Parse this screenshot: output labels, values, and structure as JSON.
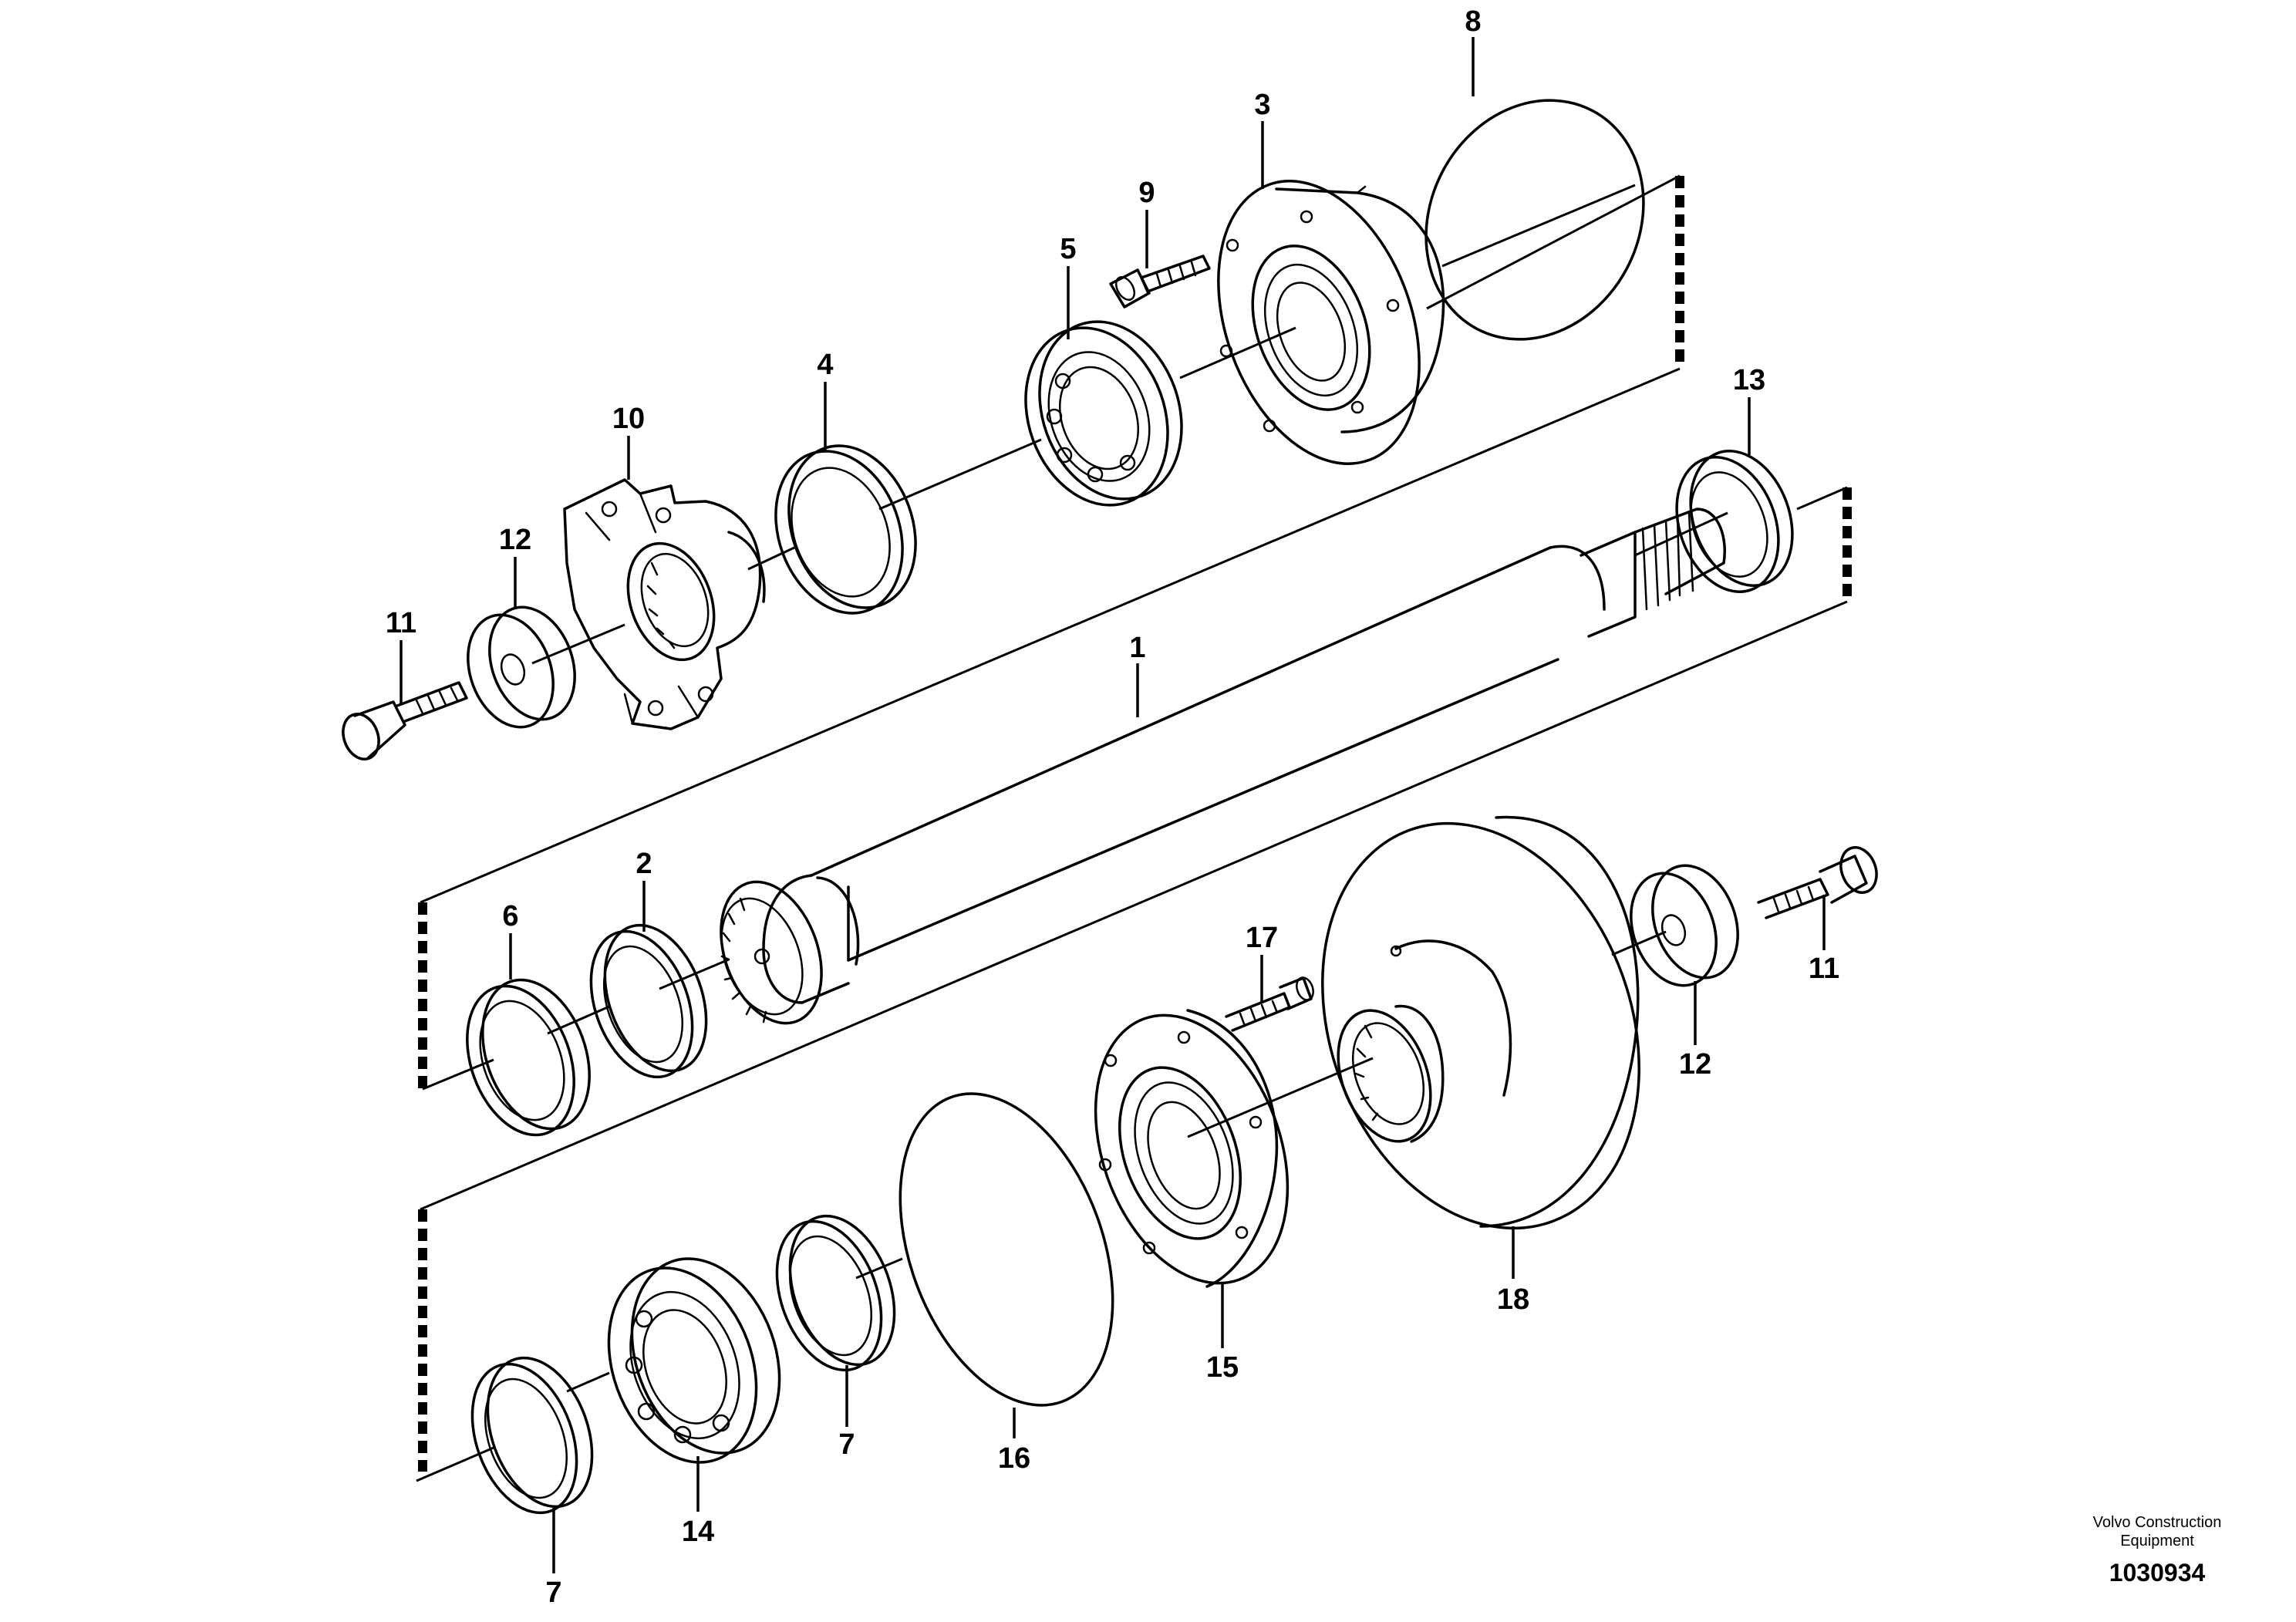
{
  "diagram": {
    "callouts": [
      {
        "id": "c1",
        "label": "1"
      },
      {
        "id": "c2",
        "label": "2"
      },
      {
        "id": "c3",
        "label": "3"
      },
      {
        "id": "c4",
        "label": "4"
      },
      {
        "id": "c5",
        "label": "5"
      },
      {
        "id": "c6",
        "label": "6"
      },
      {
        "id": "c7a",
        "label": "7"
      },
      {
        "id": "c7b",
        "label": "7"
      },
      {
        "id": "c8",
        "label": "8"
      },
      {
        "id": "c9",
        "label": "9"
      },
      {
        "id": "c10",
        "label": "10"
      },
      {
        "id": "c11a",
        "label": "11"
      },
      {
        "id": "c11b",
        "label": "11"
      },
      {
        "id": "c12a",
        "label": "12"
      },
      {
        "id": "c12b",
        "label": "12"
      },
      {
        "id": "c13",
        "label": "13"
      },
      {
        "id": "c14",
        "label": "14"
      },
      {
        "id": "c15",
        "label": "15"
      },
      {
        "id": "c16",
        "label": "16"
      },
      {
        "id": "c17",
        "label": "17"
      },
      {
        "id": "c18",
        "label": "18"
      }
    ]
  },
  "footer": {
    "brand_line1": "Volvo Construction",
    "brand_line2": "Equipment",
    "drawing_number": "1030934"
  }
}
